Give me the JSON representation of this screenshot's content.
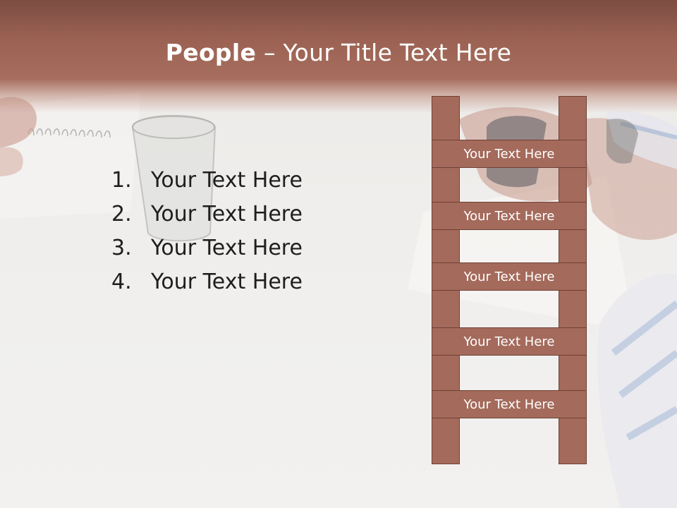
{
  "slide": {
    "title_bold": "People",
    "title_rest": " – Your Title Text Here",
    "list_items": [
      {
        "number": "1.",
        "text": "Your Text Here"
      },
      {
        "number": "2.",
        "text": "Your Text Here"
      },
      {
        "number": "3.",
        "text": "Your Text Here"
      },
      {
        "number": "4.",
        "text": "Your Text Here"
      }
    ],
    "ladder_rungs": [
      "Your Text Here",
      "Your Text Here",
      "Your Text Here",
      "Your Text Here",
      "Your Text Here"
    ]
  },
  "colors": {
    "header": "#9b6253",
    "ladder_fill": "#a46a5b",
    "ladder_border": "#6e4136",
    "title_text": "#ffffff",
    "body_text": "#1e1e1e"
  }
}
